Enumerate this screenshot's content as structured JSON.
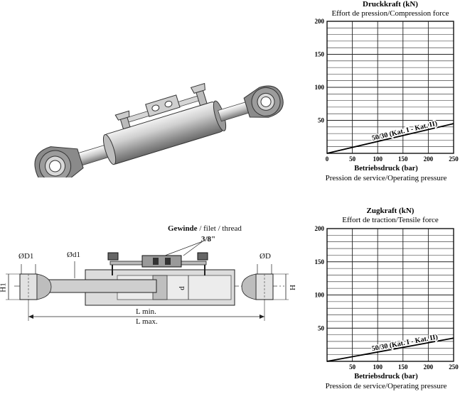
{
  "drawing": {
    "thread_label_bold": "Gewinde",
    "thread_label_rest": " / filet / thread",
    "thread_size": "3/8\"",
    "dim_OD1": "ØD1",
    "dim_d1": "Ød1",
    "dim_OD": "ØD",
    "dim_H1": "H1",
    "dim_H": "H",
    "dim_d": "d",
    "dim_Lmin": "L min.",
    "dim_Lmax": "L max."
  },
  "chart_data": [
    {
      "type": "line",
      "title": "Druckkraft (kN)",
      "subtitle": "Effort de pression/Compression force",
      "xlabel": "Betriebsdruck (bar)",
      "xlabel_sub": "Pression de service/Operating pressure",
      "xlim": [
        0,
        250
      ],
      "ylim": [
        0,
        200
      ],
      "x_ticks": [
        0,
        50,
        100,
        150,
        200,
        250
      ],
      "y_ticks": [
        50,
        100,
        150,
        200
      ],
      "grid": true,
      "series": [
        {
          "name": "50/30 (Kat. I - Kat. II)",
          "x": [
            0,
            250
          ],
          "y": [
            0,
            45
          ]
        }
      ]
    },
    {
      "type": "line",
      "title": "Zugkraft (kN)",
      "subtitle": "Effort de traction/Tensile force",
      "xlabel": "Betriebsdruck (bar)",
      "xlabel_sub": "Pression de service/Operating pressure",
      "xlim": [
        0,
        250
      ],
      "ylim": [
        0,
        200
      ],
      "x_ticks": [
        50,
        100,
        150,
        200,
        250
      ],
      "y_ticks": [
        50,
        100,
        150,
        200
      ],
      "grid": true,
      "series": [
        {
          "name": "50/30 (Kat. I - Kat. II)",
          "x": [
            0,
            250
          ],
          "y": [
            0,
            35
          ]
        }
      ]
    }
  ]
}
